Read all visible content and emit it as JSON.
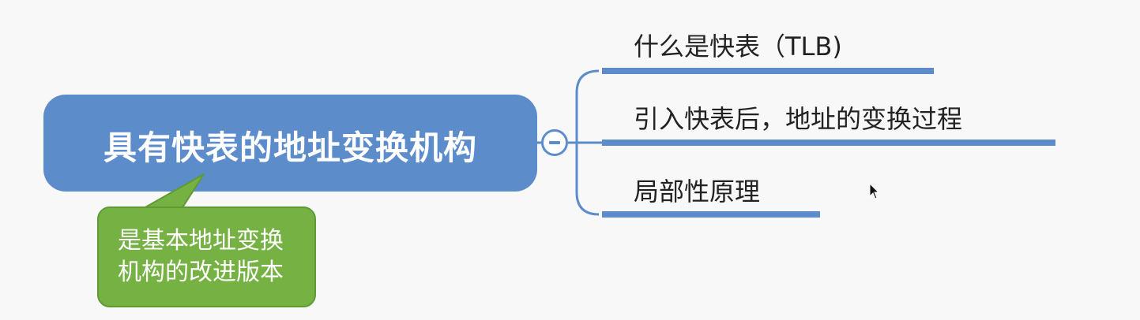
{
  "root": {
    "label": "具有快表的地址变换机构",
    "color": "#5d8ccb"
  },
  "callout": {
    "lines": [
      "是基本地址变换",
      "机构的改进版本"
    ],
    "color": "#76b144"
  },
  "branches": [
    {
      "label": "什么是快表（TLB)"
    },
    {
      "label": "引入快表后，地址的变换过程"
    },
    {
      "label": "局部性原理"
    }
  ],
  "toggle": {
    "icon": "minus-icon"
  },
  "text_color": "#222222",
  "connector_color": "#5d8ccb"
}
